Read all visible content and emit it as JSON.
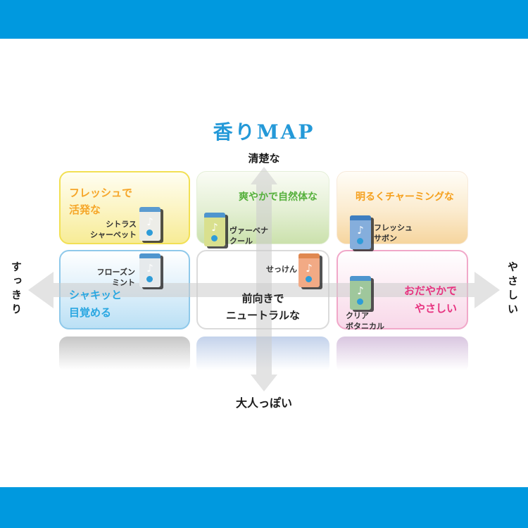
{
  "banner": {
    "color": "#0099DF"
  },
  "title": {
    "text": "香りMAP",
    "color": "#2499D8"
  },
  "axes": {
    "top": "清楚な",
    "bottom": "大人っぽい",
    "left": "すっきり",
    "right": "やさしい",
    "arrow_color": "#CCCCCC"
  },
  "packet": {
    "dot_color": "#2E9CD8",
    "note_icon": "♪"
  },
  "quadrants": [
    {
      "name": "fresh-active",
      "label_line1": "フレッシュで",
      "label_line2": "活発な",
      "label_color": "#F6A629",
      "product_line1": "シトラス",
      "product_line2": "シャーベット",
      "packet_color": "#EDEDE8",
      "band_color": "#5B9BD0"
    },
    {
      "name": "fresh-natural",
      "label_line1": "爽やかで自然体な",
      "label_line2": "",
      "label_color": "#55B03C",
      "product_line1": "ヴァーベナ",
      "product_line2": "クール",
      "packet_color": "#D9E08E",
      "band_color": "#4E95CE"
    },
    {
      "name": "bright-charming",
      "label_line1": "明るくチャーミングな",
      "label_line2": "",
      "label_color": "#F5A01E",
      "product_line1": "フレッシュ",
      "product_line2": "サボン",
      "packet_color": "#85AEDC",
      "band_color": "#3E7EC0"
    },
    {
      "name": "sharp-awakening",
      "label_line1": "シャキッと",
      "label_line2": "目覚める",
      "label_color": "#2AA7E1",
      "product_line1": "フローズン",
      "product_line2": "ミント",
      "packet_color": "#E6EAEC",
      "band_color": "#4E95CE"
    },
    {
      "name": "positive-neutral",
      "label_line1": "前向きで",
      "label_line2": "ニュートラルな",
      "label_color": "#222222",
      "product_line1": "せっけん",
      "product_line2": "",
      "packet_color": "#F2AA85",
      "band_color": "#E08850"
    },
    {
      "name": "calm-gentle",
      "label_line1": "おだやかで",
      "label_line2": "やさしい",
      "label_color": "#E73380",
      "product_line1": "クリア",
      "product_line2": "ボタニカル",
      "packet_color": "#9FC79C",
      "band_color": "#4E95CE"
    }
  ]
}
